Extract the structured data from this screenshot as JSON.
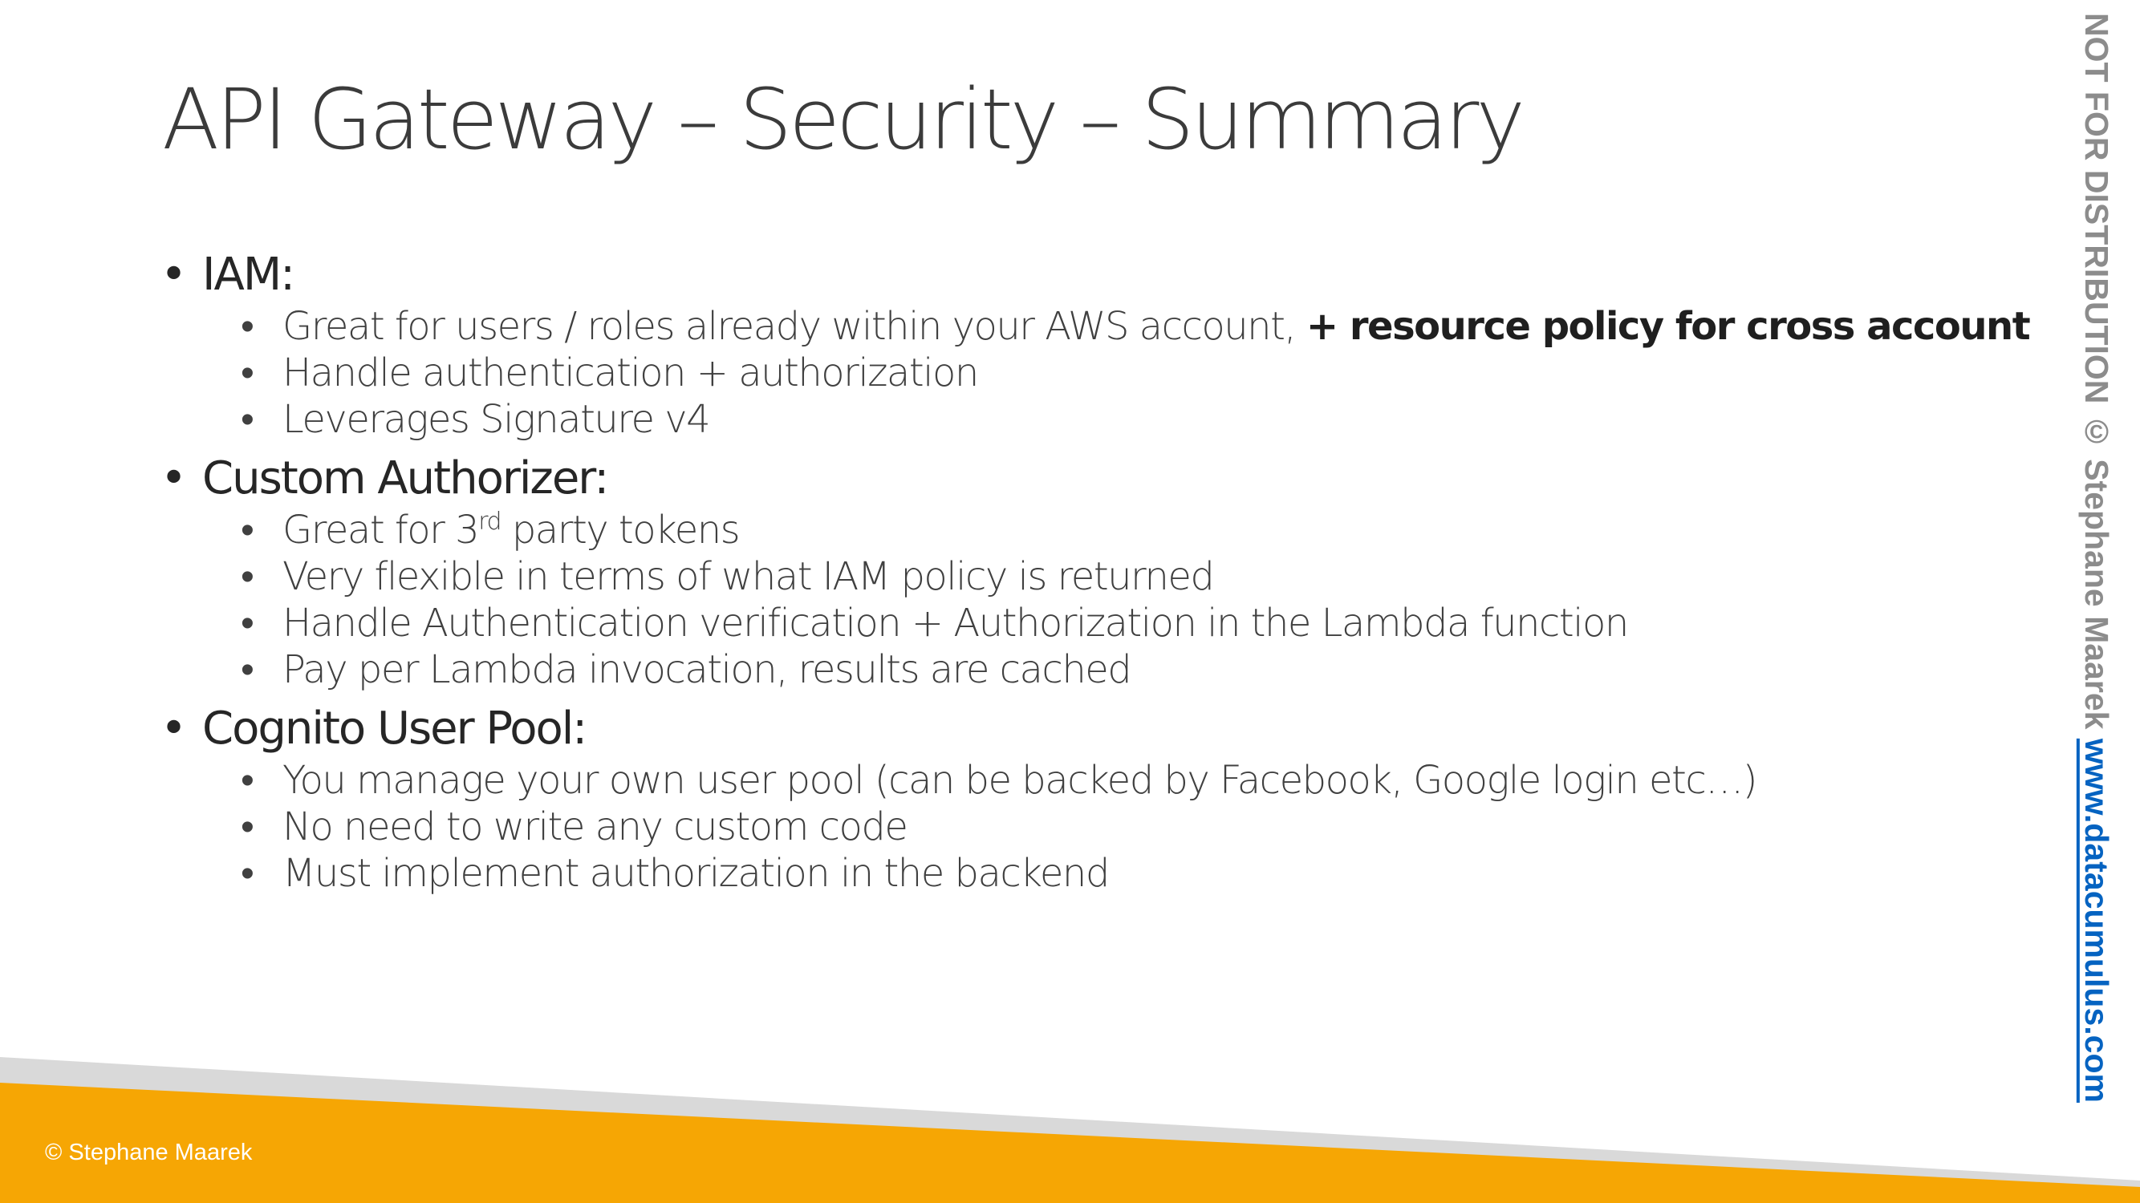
{
  "slide": {
    "title": "API Gateway – Security – Summary",
    "sections": [
      {
        "heading": "IAM:",
        "items": [
          {
            "text": "Great for users / roles already within your AWS account, ",
            "bold": "+ resource policy for cross account"
          },
          {
            "text": "Handle authentication + authorization"
          },
          {
            "text": "Leverages Signature v4"
          }
        ]
      },
      {
        "heading": "Custom Authorizer:",
        "items": [
          {
            "text": "Great for 3",
            "sup": "rd",
            "after": " party tokens"
          },
          {
            "text": "Very flexible in terms of what IAM policy is returned"
          },
          {
            "text": "Handle Authentication verification + Authorization in the Lambda function"
          },
          {
            "text": "Pay per Lambda invocation, results are cached"
          }
        ]
      },
      {
        "heading": "Cognito User Pool:",
        "items": [
          {
            "text": "You manage your own user pool (can be backed by Facebook, Google login etc…)"
          },
          {
            "text": "No need to write any custom code"
          },
          {
            "text": "Must implement authorization in the backend"
          }
        ]
      }
    ]
  },
  "footer": {
    "copyright": "© Stephane Maarek"
  },
  "sidebar": {
    "notice": "NOT FOR DISTRIBUTION © Stephane Maarek ",
    "link": "www.datacumulus.com"
  },
  "colors": {
    "accent_orange": "#f6a604",
    "band_gray": "#d9d9d9",
    "link_blue": "#0563c1"
  }
}
